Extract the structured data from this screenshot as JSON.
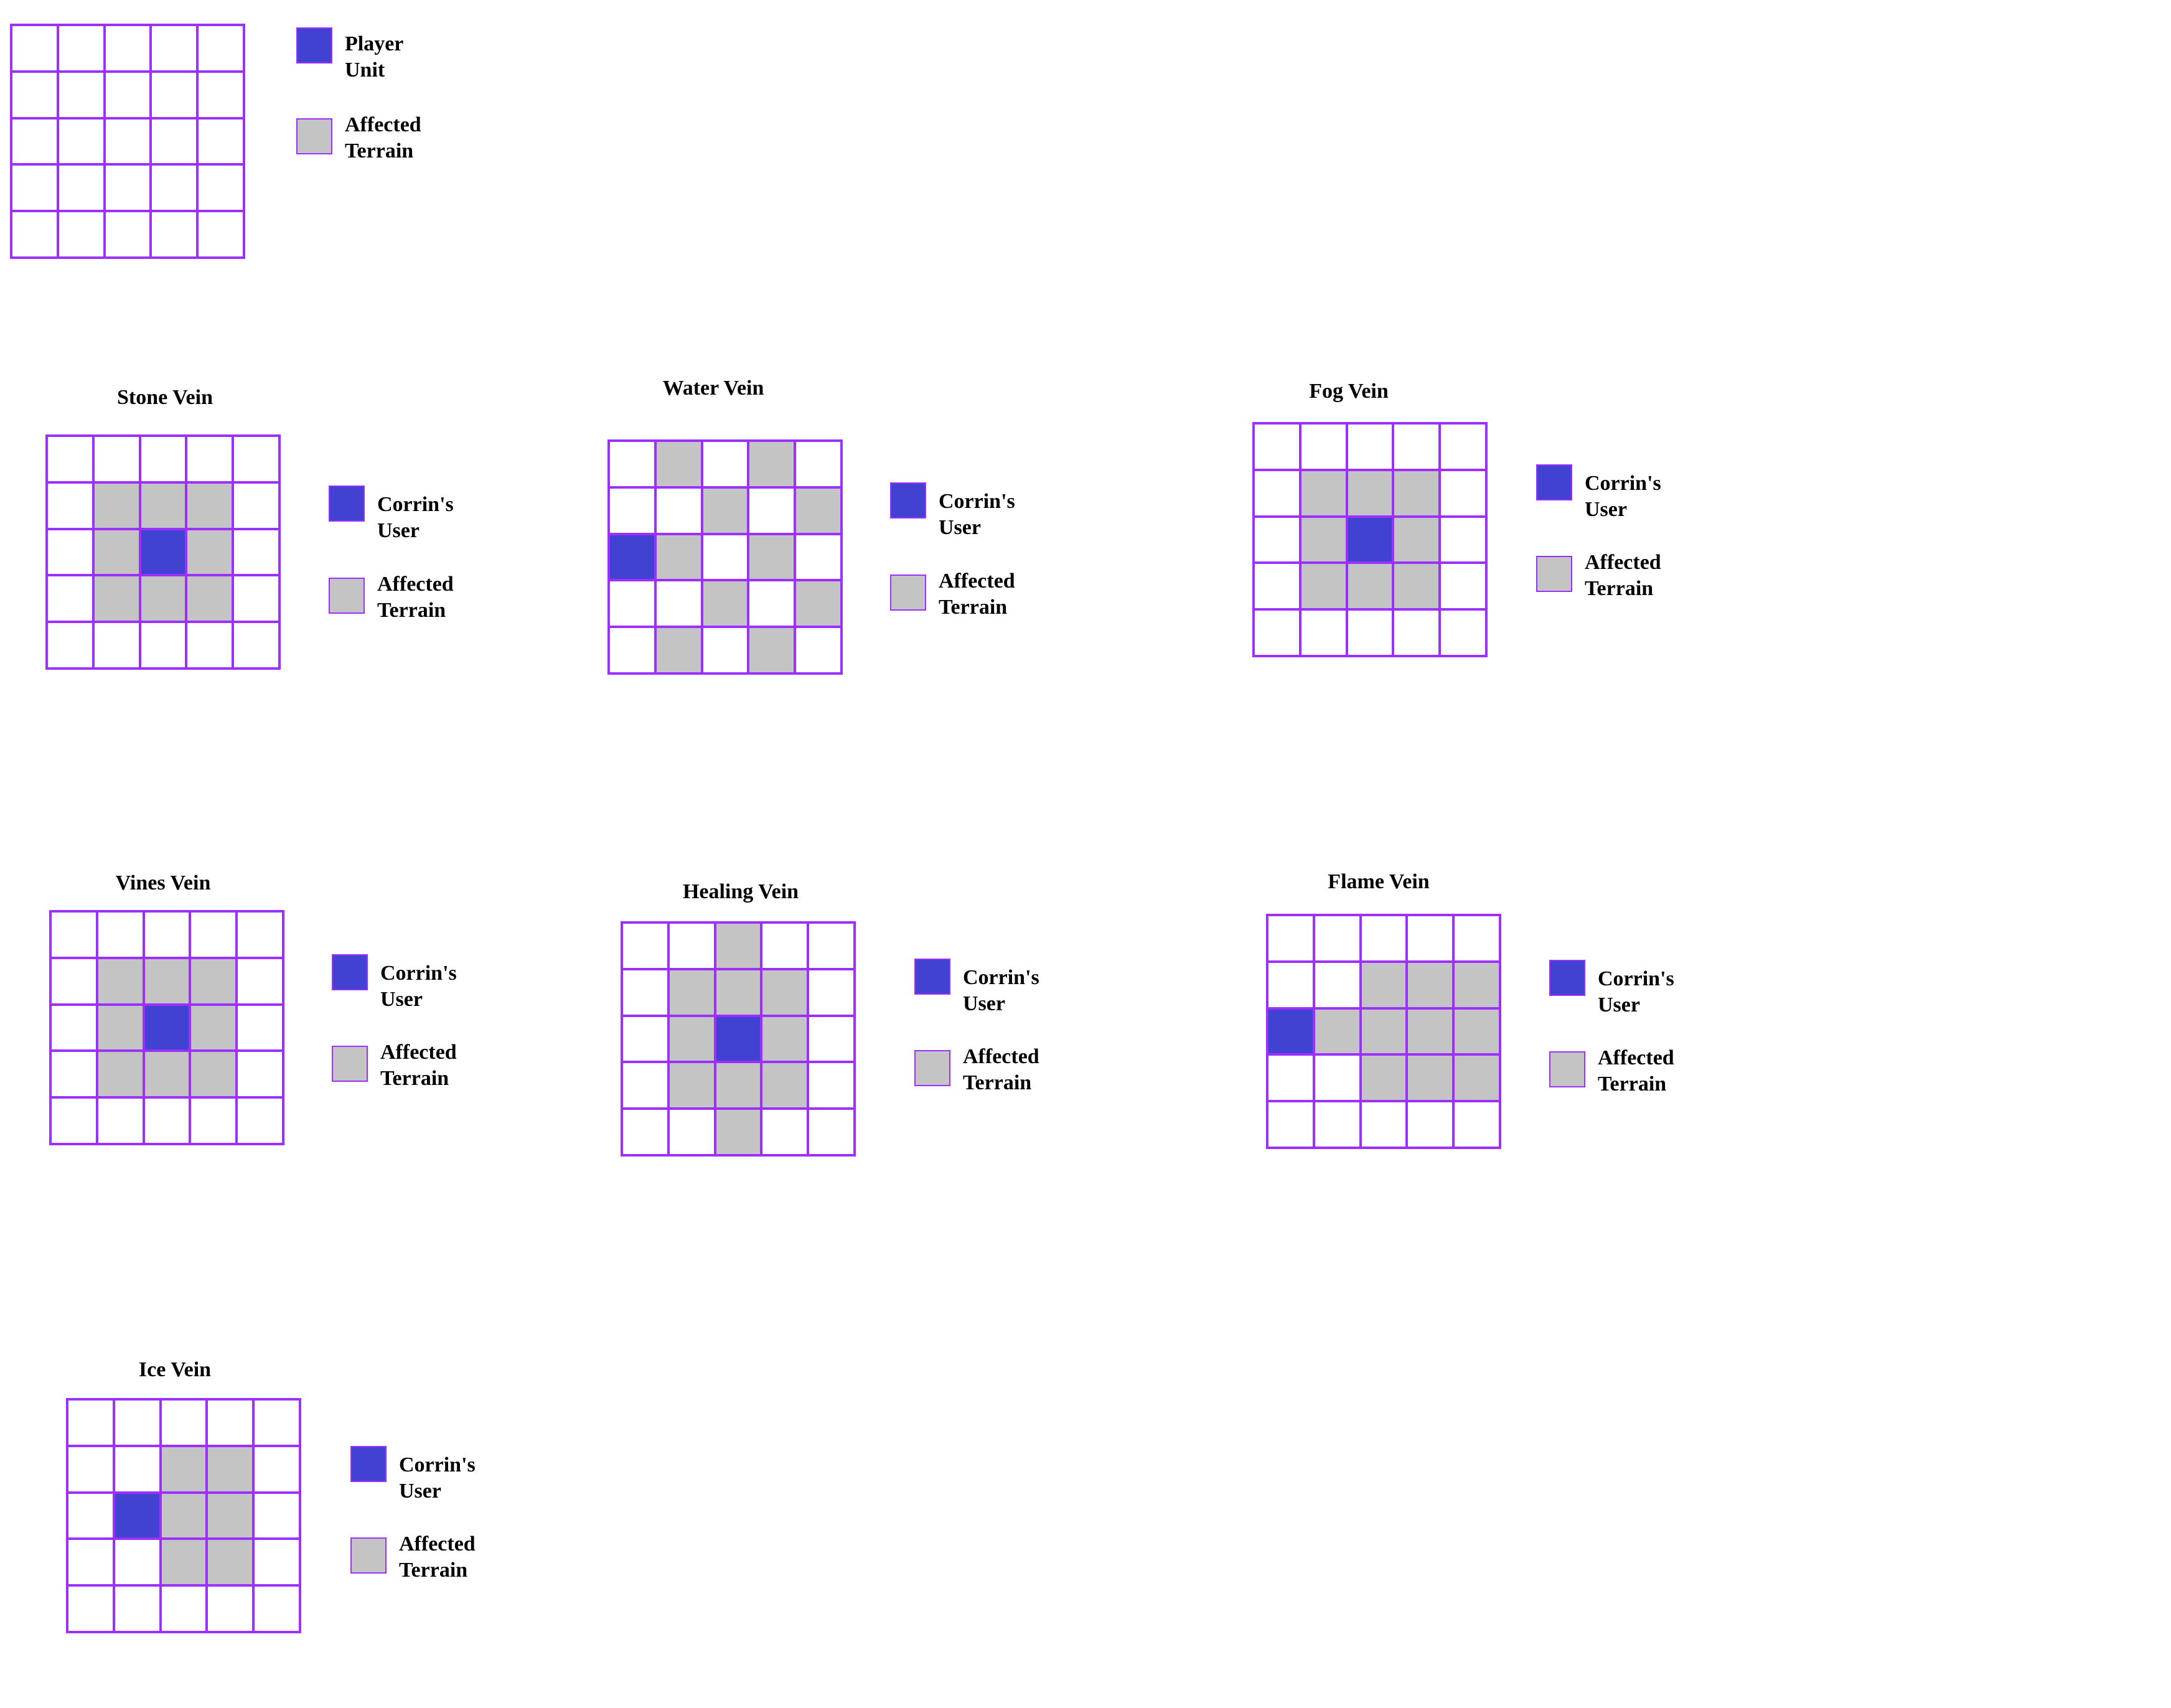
{
  "colors": {
    "grid_line": "#9b30ff",
    "user": "#4141d2",
    "affected": "#c4c4c4",
    "empty": "#ffffff"
  },
  "cell_legend": {
    "1": "affected",
    "2": "user"
  },
  "diagrams": [
    {
      "id": "base",
      "title": "",
      "grid": [
        [
          0,
          0,
          0,
          0,
          0
        ],
        [
          0,
          0,
          0,
          0,
          0
        ],
        [
          0,
          0,
          0,
          0,
          0
        ],
        [
          0,
          0,
          0,
          0,
          0
        ],
        [
          0,
          0,
          0,
          0,
          0
        ]
      ],
      "legend": {
        "user_label": "Player Unit",
        "affected_label": "Affected\nTerrain"
      }
    },
    {
      "id": "stone",
      "title": "Stone Vein",
      "grid": [
        [
          0,
          0,
          0,
          0,
          0
        ],
        [
          0,
          1,
          1,
          1,
          0
        ],
        [
          0,
          1,
          2,
          1,
          0
        ],
        [
          0,
          1,
          1,
          1,
          0
        ],
        [
          0,
          0,
          0,
          0,
          0
        ]
      ],
      "legend": {
        "user_label": "Corrin's User",
        "affected_label": "Affected\nTerrain"
      }
    },
    {
      "id": "water",
      "title": "Water Vein",
      "grid": [
        [
          0,
          1,
          0,
          1,
          0
        ],
        [
          0,
          0,
          1,
          0,
          1
        ],
        [
          2,
          1,
          0,
          1,
          0
        ],
        [
          0,
          0,
          1,
          0,
          1
        ],
        [
          0,
          1,
          0,
          1,
          0
        ]
      ],
      "legend": {
        "user_label": "Corrin's User",
        "affected_label": "Affected\nTerrain"
      }
    },
    {
      "id": "fog",
      "title": "Fog Vein",
      "grid": [
        [
          0,
          0,
          0,
          0,
          0
        ],
        [
          0,
          1,
          1,
          1,
          0
        ],
        [
          0,
          1,
          2,
          1,
          0
        ],
        [
          0,
          1,
          1,
          1,
          0
        ],
        [
          0,
          0,
          0,
          0,
          0
        ]
      ],
      "legend": {
        "user_label": "Corrin's User",
        "affected_label": "Affected\nTerrain"
      }
    },
    {
      "id": "vines",
      "title": "Vines Vein",
      "grid": [
        [
          0,
          0,
          0,
          0,
          0
        ],
        [
          0,
          1,
          1,
          1,
          0
        ],
        [
          0,
          1,
          2,
          1,
          0
        ],
        [
          0,
          1,
          1,
          1,
          0
        ],
        [
          0,
          0,
          0,
          0,
          0
        ]
      ],
      "legend": {
        "user_label": "Corrin's User",
        "affected_label": "Affected\nTerrain"
      }
    },
    {
      "id": "healing",
      "title": "Healing Vein",
      "grid": [
        [
          0,
          0,
          1,
          0,
          0
        ],
        [
          0,
          1,
          1,
          1,
          0
        ],
        [
          0,
          1,
          2,
          1,
          0
        ],
        [
          0,
          1,
          1,
          1,
          0
        ],
        [
          0,
          0,
          1,
          0,
          0
        ]
      ],
      "legend": {
        "user_label": "Corrin's User",
        "affected_label": "Affected\nTerrain"
      }
    },
    {
      "id": "flame",
      "title": "Flame Vein",
      "grid": [
        [
          0,
          0,
          0,
          0,
          0
        ],
        [
          0,
          0,
          1,
          1,
          1
        ],
        [
          2,
          1,
          1,
          1,
          1
        ],
        [
          0,
          0,
          1,
          1,
          1
        ],
        [
          0,
          0,
          0,
          0,
          0
        ]
      ],
      "legend": {
        "user_label": "Corrin's User",
        "affected_label": "Affected\nTerrain"
      }
    },
    {
      "id": "ice",
      "title": "Ice Vein",
      "grid": [
        [
          0,
          0,
          0,
          0,
          0
        ],
        [
          0,
          0,
          1,
          1,
          0
        ],
        [
          0,
          2,
          1,
          1,
          0
        ],
        [
          0,
          0,
          1,
          1,
          0
        ],
        [
          0,
          0,
          0,
          0,
          0
        ]
      ],
      "legend": {
        "user_label": "Corrin's User",
        "affected_label": "Affected\nTerrain"
      }
    }
  ]
}
